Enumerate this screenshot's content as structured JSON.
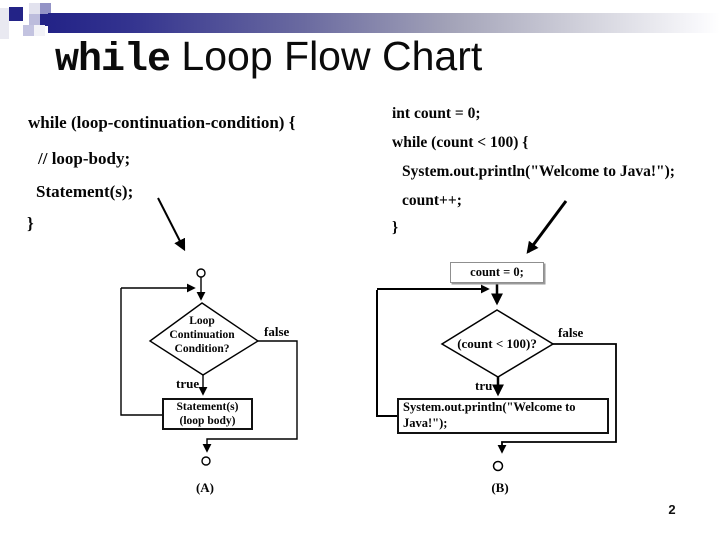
{
  "slide": {
    "title_mono": "while",
    "title_rest": " Loop Flow Chart",
    "page_number": "2"
  },
  "colors": {
    "accent_navy": "#232387",
    "bar_gradient_start": "#232387",
    "bar_gradient_end": "#ffffff",
    "text": "#050505"
  },
  "code_left": {
    "line1": "while (loop-continuation-condition) {",
    "line2": "// loop-body;",
    "line3": "Statement(s);",
    "line4": "}"
  },
  "code_right": {
    "line1": "int count = 0;",
    "line2": "while (count < 100) {",
    "line3": "System.out.println(\"Welcome to Java!\");",
    "line4": "count++;",
    "line5": "}"
  },
  "flowchart_a": {
    "diamond_line1": "Loop",
    "diamond_line2": "Continuation",
    "diamond_line3": "Condition?",
    "false_label": "false",
    "true_label": "true",
    "box_line1": "Statement(s)",
    "box_line2": "(loop body)",
    "caption": "(A)"
  },
  "flowchart_b": {
    "start_box": "count = 0;",
    "diamond_text": "(count < 100)?",
    "false_label": "false",
    "true_label": "tru",
    "box_line1": "System.out.println(\"Welcome to",
    "box_line2": "Java!\");",
    "caption": "(B)"
  }
}
